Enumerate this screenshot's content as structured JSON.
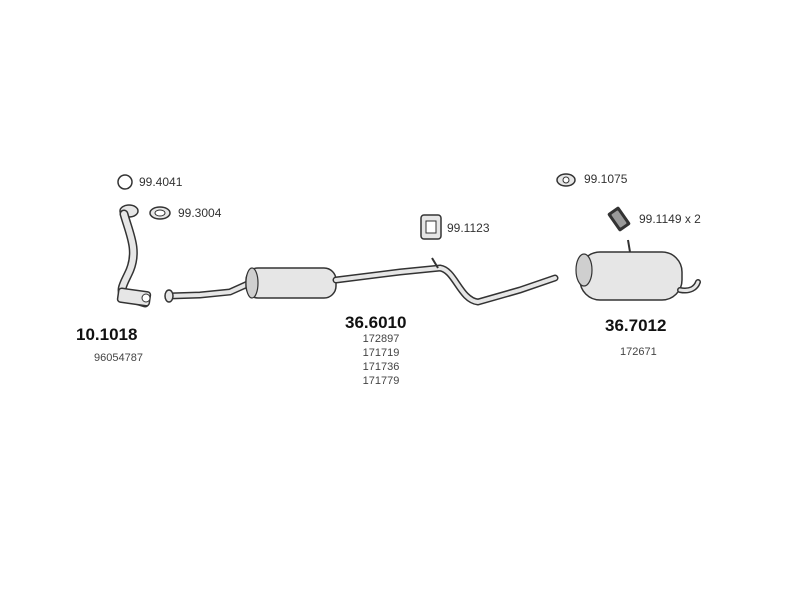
{
  "colors": {
    "stroke": "#333333",
    "fill": "#e6e6e6",
    "shadow": "#bfbfbf"
  },
  "accessories": {
    "ring_top": "99.4041",
    "gasket": "99.3004",
    "hanger_mid": "99.1123",
    "clamp_top": "99.1075",
    "rubber_mount": "99.1149 x 2"
  },
  "groups": {
    "front": {
      "part_number": "10.1018",
      "oem_refs": [
        "96054787"
      ]
    },
    "middle": {
      "part_number": "36.6010",
      "oem_refs": [
        "172897",
        "171719",
        "171736",
        "171779"
      ]
    },
    "rear": {
      "part_number": "36.7012",
      "oem_refs": [
        "172671"
      ]
    }
  }
}
